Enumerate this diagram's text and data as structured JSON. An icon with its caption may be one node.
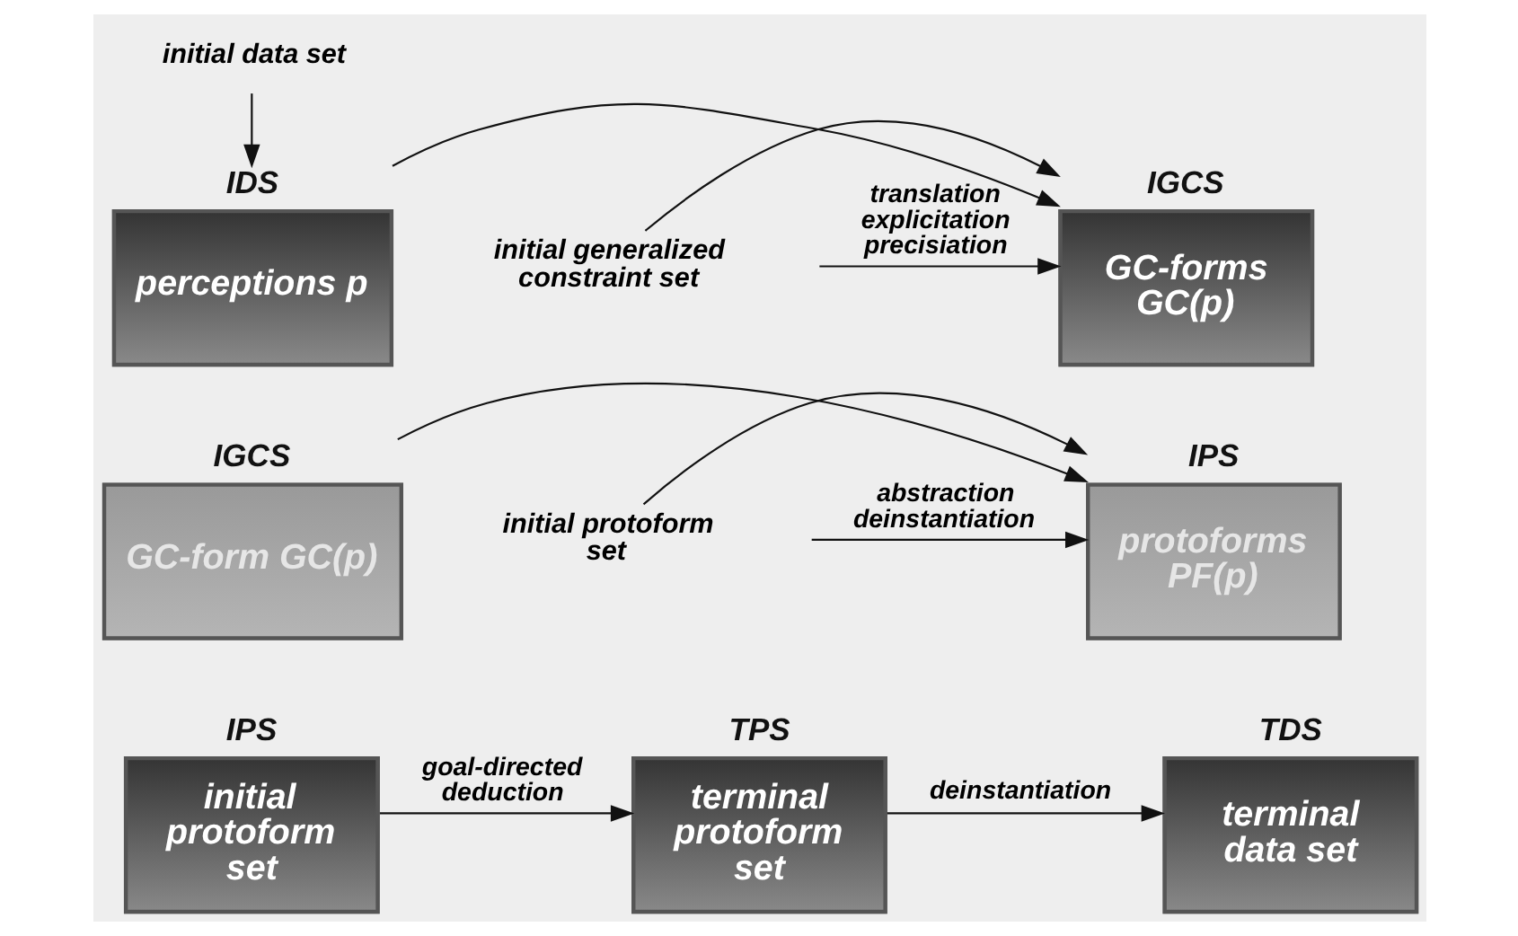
{
  "diagram": {
    "nodes": [
      {
        "text": [
          "initial data set"
        ]
      },
      {
        "text": [
          "IDS",
          "perceptions p"
        ]
      },
      {
        "text": [
          "IGCS",
          "GC-forms GC(p)"
        ]
      },
      {
        "text": [
          "initial generalized constraint set"
        ]
      },
      {
        "text": [
          "IGCS",
          "GC-form GC(p)"
        ]
      },
      {
        "text": [
          "IPS",
          "protoforms PF(p)"
        ]
      },
      {
        "text": [
          "initial protoform set"
        ]
      },
      {
        "text": [
          "IPS",
          "initial protoform set"
        ]
      },
      {
        "text": [
          "TPS",
          "terminal protoform set"
        ]
      },
      {
        "text": [
          "TDS",
          "terminal data set"
        ]
      }
    ],
    "edges": [
      {
        "from": 0,
        "to": 1,
        "arrow": "to"
      },
      {
        "from": 1,
        "to": 2,
        "arrow": "to"
      },
      {
        "from": null,
        "to": 2,
        "arrow": "to",
        "label": "translation explicitation precisiation"
      },
      {
        "from": 3,
        "to": 2,
        "arrow": "to"
      },
      {
        "from": null,
        "to": 5,
        "arrow": "to",
        "label": "abstraction deinstantiation"
      },
      {
        "from": 4,
        "to": 5,
        "arrow": "to"
      },
      {
        "from": 6,
        "to": 5,
        "arrow": "to"
      },
      {
        "from": 7,
        "to": 8,
        "arrow": "to",
        "label": "goal-directed deduction"
      },
      {
        "from": 8,
        "to": 9,
        "arrow": "to",
        "label": "deinstantiation"
      }
    ]
  }
}
